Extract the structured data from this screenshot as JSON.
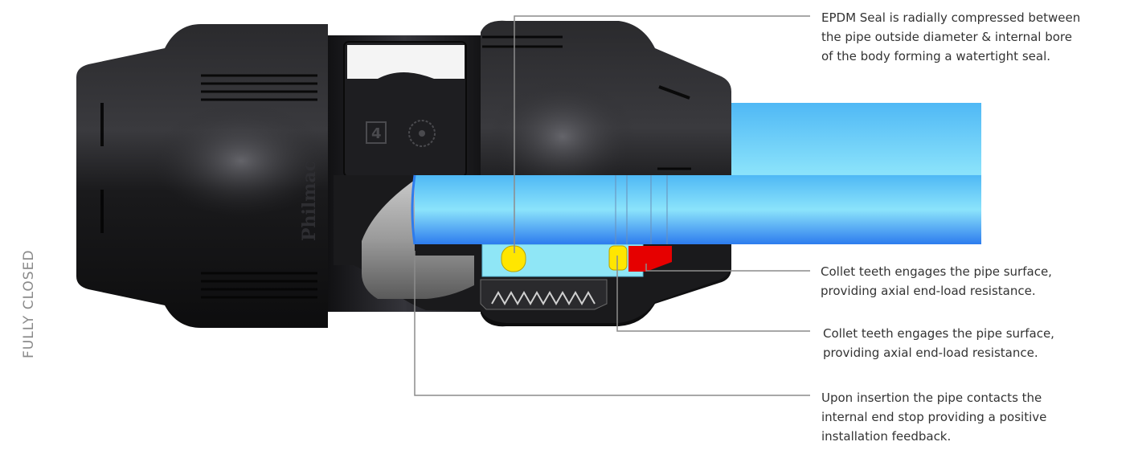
{
  "side_label": "FULLY CLOSED",
  "brand_mark": "Philmac",
  "size_mark": "4",
  "colors": {
    "body_black": "#1c1c1e",
    "pipe_blue": "#3aa8f0",
    "seal_yellow": "#ffe600",
    "collet_red": "#e60000",
    "leader_gray": "#8c8c8c"
  },
  "callouts": [
    {
      "text": "EPDM Seal is radially compressed between\nthe pipe outside diameter & internal bore\nof the body forming a watertight seal."
    },
    {
      "text": "Collet teeth engages the pipe surface,\nproviding axial end-load resistance."
    },
    {
      "text": "Collet teeth engages the pipe surface,\nproviding axial end-load resistance."
    },
    {
      "text": "Upon insertion the pipe contacts the\ninternal end stop providing a positive\ninstallation feedback."
    }
  ]
}
